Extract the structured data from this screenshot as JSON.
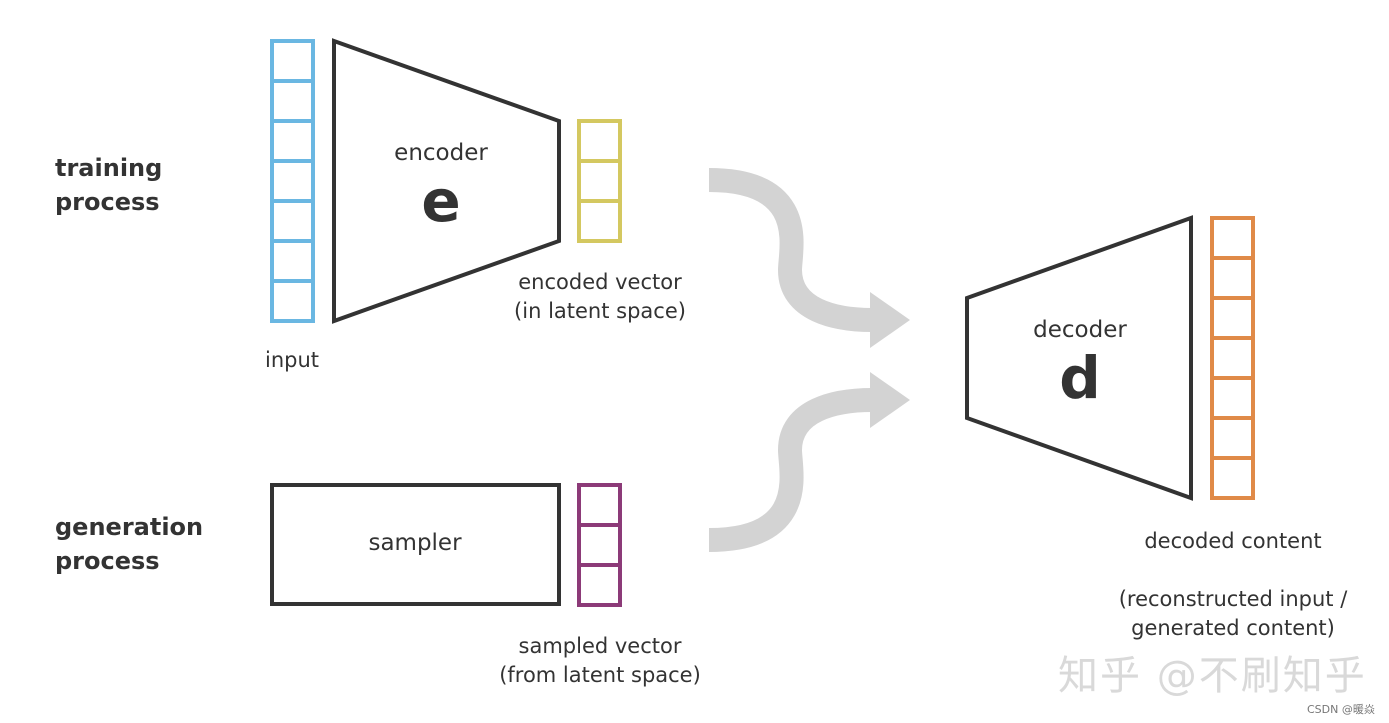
{
  "training_label": [
    "training",
    "process"
  ],
  "generation_label": [
    "generation",
    "process"
  ],
  "input_label": "input",
  "encoder": {
    "label": "encoder",
    "letter": "e"
  },
  "encoded_vector_label": [
    "encoded vector",
    "(in latent space)"
  ],
  "sampler_label": "sampler",
  "sampled_vector_label": [
    "sampled vector",
    "(from latent space)"
  ],
  "decoder": {
    "label": "decoder",
    "letter": "d"
  },
  "decoded_content_label": "decoded content",
  "decoded_note": [
    "(reconstructed input /",
    "generated content)"
  ],
  "watermark": "知乎 @不刷知乎",
  "credit": "CSDN @暖焱",
  "colors": {
    "input": "#6ab7e2",
    "encoded": "#d4c860",
    "sampled": "#8c3a78",
    "decoded": "#e08a48",
    "shape_stroke": "#333333",
    "arrow": "#d3d3d3"
  },
  "vector_cells": {
    "input": 7,
    "encoded": 3,
    "sampled": 3,
    "decoded": 7
  }
}
